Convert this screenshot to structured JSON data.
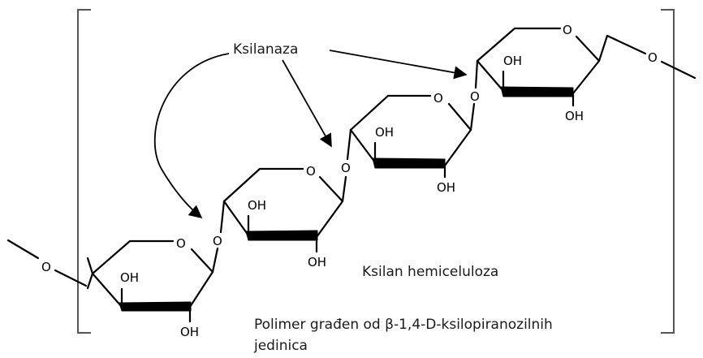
{
  "enzyme_label": "Ksilanaza",
  "polymer_name": "Ksilan hemiceluloza",
  "caption_line1": "Polimer građen od β-1,4-D-ksilopiranozilnih",
  "caption_line2": "jedinica",
  "atoms": {
    "ring_oxygen": "O",
    "glycosidic_oxygen": "O",
    "hydroxyl": "OH"
  }
}
